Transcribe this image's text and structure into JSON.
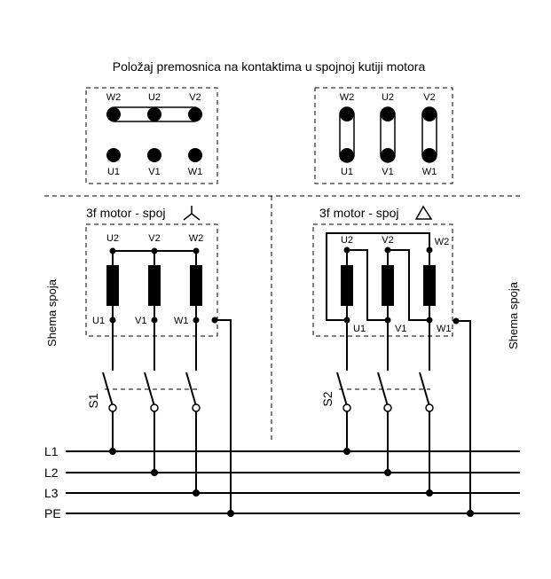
{
  "title": "Položaj premosnica na kontaktima u spojnoj kutiji motora",
  "left": {
    "terminals_top": [
      "W2",
      "U2",
      "V2"
    ],
    "terminals_bottom": [
      "U1",
      "V1",
      "W1"
    ],
    "motor_title": "3f motor - spoj",
    "motor_symbol": "star",
    "box_top": [
      "U2",
      "V2",
      "W2"
    ],
    "box_bottom": [
      "U1",
      "V1",
      "W1"
    ],
    "switch_label": "S1"
  },
  "right": {
    "terminals_top": [
      "W2",
      "U2",
      "V2"
    ],
    "terminals_bottom": [
      "U1",
      "V1",
      "W1"
    ],
    "motor_title": "3f motor - spoj",
    "motor_symbol": "delta",
    "box_top": [
      "U2",
      "V2",
      "W2"
    ],
    "box_bottom": [
      "U1",
      "V1",
      "W1"
    ],
    "switch_label": "S2"
  },
  "side_label_left": "Shema spoja",
  "side_label_right": "Shema spoja",
  "lines": [
    "L1",
    "L2",
    "L3",
    "PE"
  ]
}
